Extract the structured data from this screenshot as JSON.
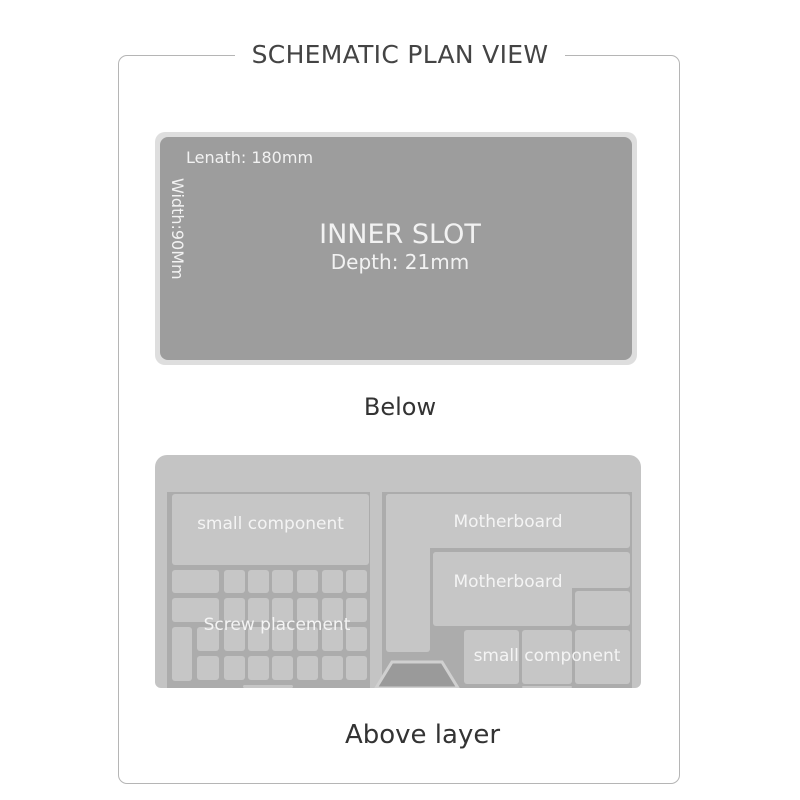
{
  "title": "SCHEMATIC PLAN VIEW",
  "inner_slot": {
    "name": "INNER SLOT",
    "length": "Lenath: 180mm",
    "width": "Width:90Mm",
    "depth": "Depth: 21mm"
  },
  "below_label": "Below",
  "above_layer": {
    "label": "Above layer",
    "small_component_left": "small component",
    "screw_placement": "Screw placement",
    "motherboard_1": "Motherboard",
    "motherboard_2": "Motherboard",
    "small_component_right": "small component"
  }
}
